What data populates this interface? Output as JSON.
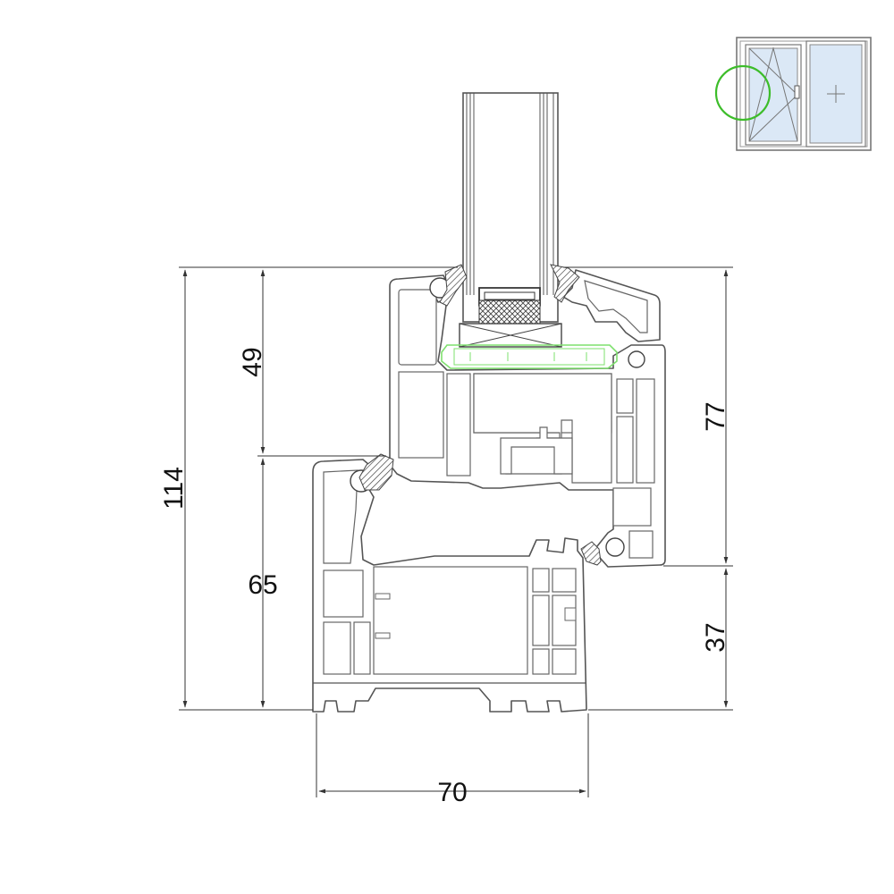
{
  "dimensions": {
    "total_height": "114",
    "sash_height": "49",
    "frame_lower_height": "65",
    "sash_profile_height": "77",
    "frame_bottom_height": "37",
    "frame_width": "70"
  },
  "colors": {
    "line": "#555555",
    "dimension_line": "#333333",
    "highlight_circle": "#3dbd2a",
    "glazing_bead_outline": "#7ee06e",
    "window_glass": "#dbe8f6",
    "gasket_hatch": "#444444"
  },
  "thumbnail": {
    "left_sash": "tilt-and-turn",
    "right_sash": "fixed",
    "highlight": "left-frame-section"
  }
}
